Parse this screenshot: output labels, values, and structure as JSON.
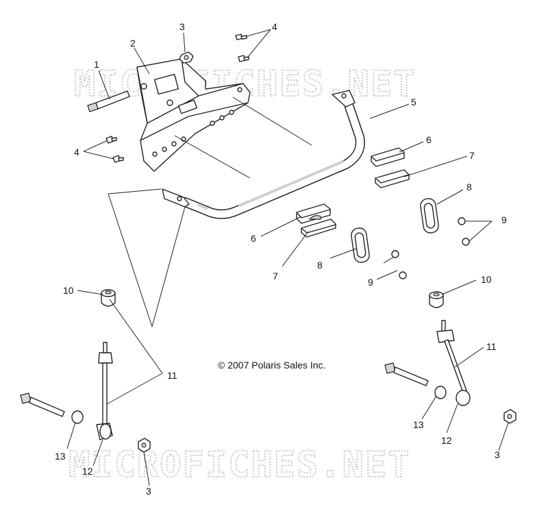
{
  "watermark": "MICROFICHES.NET",
  "copyright": "© 2007 Polaris Sales Inc.",
  "callouts": {
    "c1": "1",
    "c2": "2",
    "c3a": "3",
    "c3b": "3",
    "c3c": "3",
    "c4a": "4",
    "c4b": "4",
    "c5": "5",
    "c6a": "6",
    "c6b": "6",
    "c7a": "7",
    "c7b": "7",
    "c8a": "8",
    "c8b": "8",
    "c9a": "9",
    "c9b": "9",
    "c10a": "10",
    "c10b": "10",
    "c11a": "11",
    "c11b": "11",
    "c12a": "12",
    "c12b": "12",
    "c13a": "13",
    "c13b": "13"
  }
}
